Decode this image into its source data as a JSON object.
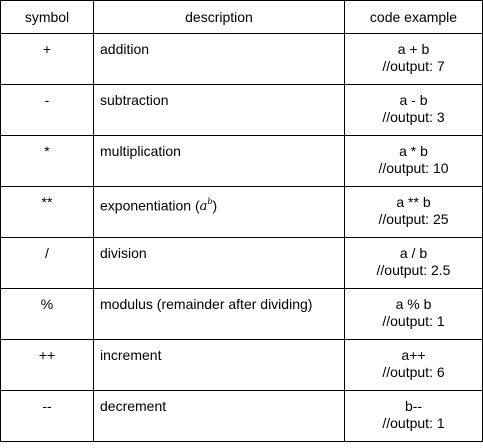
{
  "headers": [
    "symbol",
    "description",
    "code example"
  ],
  "rows": [
    {
      "symbol": "+",
      "description": "addition",
      "code": "a + b",
      "output": "//output: 7"
    },
    {
      "symbol": "-",
      "description": "subtraction",
      "code": "a - b",
      "output": "//output: 3"
    },
    {
      "symbol": "*",
      "description": "multiplication",
      "code": "a * b",
      "output": "//output: 10"
    },
    {
      "symbol": "**",
      "description": "exponentiation (",
      "math_base": "a",
      "math_exp": "b",
      "description_end": ")",
      "code": "a ** b",
      "output": "//output: 25"
    },
    {
      "symbol": "/",
      "description": "division",
      "code": "a / b",
      "output": "//output: 2.5"
    },
    {
      "symbol": "%",
      "description": "modulus (remainder after dividing)",
      "code": "a % b",
      "output": "//output: 1"
    },
    {
      "symbol": "++",
      "description": "increment",
      "code": "a++",
      "output": "//output: 6"
    },
    {
      "symbol": "--",
      "description": "decrement",
      "code": "b--",
      "output": "//output: 1"
    }
  ]
}
